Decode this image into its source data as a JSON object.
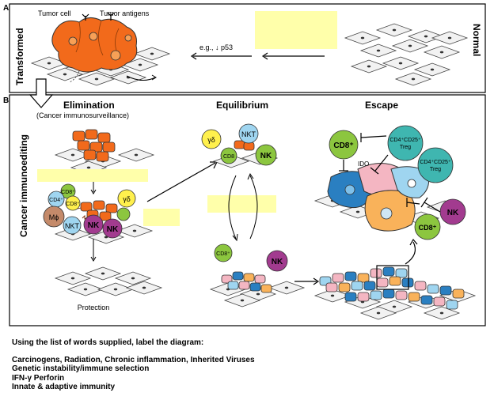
{
  "panels": {
    "a_letter": "A",
    "b_letter": "B",
    "transformed": "Transformed",
    "normal": "Normal",
    "immunoediting": "Cancer immunoediting"
  },
  "labels": {
    "tumor_cell": "Tumor cell",
    "tumor_antigens": "Tumor antigens",
    "p53": "e.g., ↓ p53",
    "elimination": "Elimination",
    "elimination_sub": "(Cancer immunosurveillance)",
    "equilibrium": "Equilibrium",
    "escape": "Escape",
    "protection": "Protection"
  },
  "cells": {
    "cd8": "CD8⁺",
    "cd4": "CD4⁺",
    "gd": "γδ",
    "nkt": "NKT",
    "nk": "NK",
    "mphi": "Mϕ",
    "cd8_short": "CD8",
    "ido": "IDO",
    "treg_line1": "CD4⁺CD25⁺",
    "treg_line2": "Treg"
  },
  "instructions": {
    "heading": "Using the list of words supplied, label the diagram:",
    "words": [
      "Carcinogens, Radiation, Chronic inflammation, Inherited Viruses",
      "Genetic instability/immune selection",
      "IFN-γ Perforin",
      "Innate & adaptive immunity"
    ]
  },
  "colors": {
    "label_box": "#ffffaa",
    "tumor_orange": "#f26a1b",
    "nk_purple": "#a23b8f",
    "cd8_green": "#8cc63f",
    "gd_yellow": "#fff04d",
    "nkt_blue": "#9fd5f0",
    "treg_teal": "#3fb6b0",
    "tumor_blue": "#2a7fc1",
    "tumor_pink": "#f4b6c2",
    "tumor_orange_light": "#f9b25a"
  }
}
